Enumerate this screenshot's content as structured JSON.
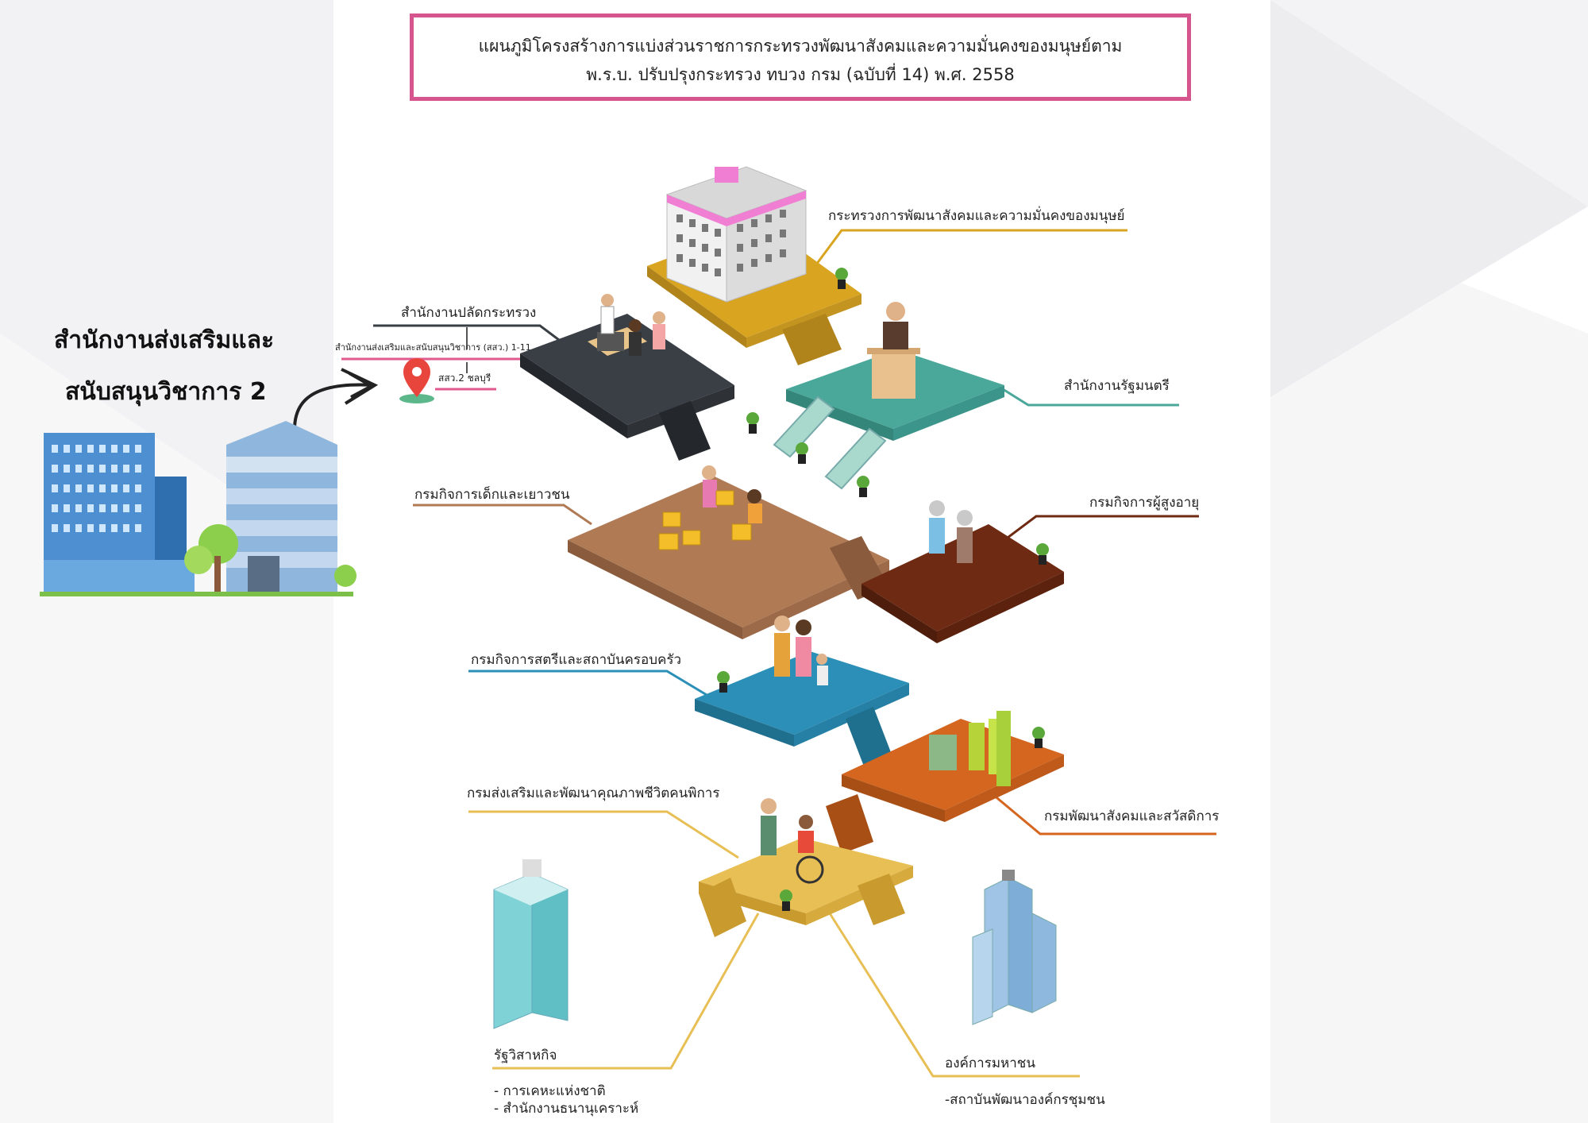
{
  "title": {
    "line1": "แผนภูมิโครงสร้างการแบ่งส่วนราชการกระทรวงพัฒนาสังคมและความมั่นคงของมนุษย์ตาม",
    "line2": "พ.ร.บ. ปรับปรุงกระทรวง ทบวง กรม (ฉบับที่ 14) พ.ศ. 2558"
  },
  "featured_office": {
    "line1": "สำนักงานส่งเสริมและ",
    "line2": "สนับสนุนวิชาการ 2"
  },
  "units": {
    "ministry": "กระทรวงการพัฒนาสังคมและความมั่นคงของมนุษย์",
    "permanent_secretary": "สำนักงานปลัดกระทรวง",
    "academic_offices": "สำนักงานส่งเสริมและสนับสนุนวิชาการ (สสว.) 1-11",
    "office_2_location": "สสว.2 ชลบุรี",
    "minister_office": "สำนักงานรัฐมนตรี",
    "children_youth": "กรมกิจการเด็กและเยาวชน",
    "elderly": "กรมกิจการผู้สูงอายุ",
    "women_family": "กรมกิจการสตรีและสถาบันครอบครัว",
    "social_welfare": "กรมพัฒนาสังคมและสวัสดิการ",
    "disabilities": "กรมส่งเสริมและพัฒนาคุณภาพชีวิตคนพิการ",
    "state_enterprise": "รัฐวิสาหกิจ",
    "state_enterprise_item1": "- การเคหะแห่งชาติ",
    "state_enterprise_item2": "- สำนักงานธนานุเคราะห์",
    "public_org": "องค์การมหาชน",
    "public_org_item1": "-สถาบันพัฒนาองค์กรชุมชน"
  },
  "colors": {
    "title_border": "#d6558f",
    "ministry_floor": "#d9a520",
    "permanent_floor": "#3a3f46",
    "minister_floor": "#4aa89a",
    "children_floor": "#b07a55",
    "elderly_floor": "#6e2a12",
    "women_floor": "#2b8fb8",
    "welfare_floor": "#d5661f",
    "disabilities_floor": "#e8bf55"
  }
}
